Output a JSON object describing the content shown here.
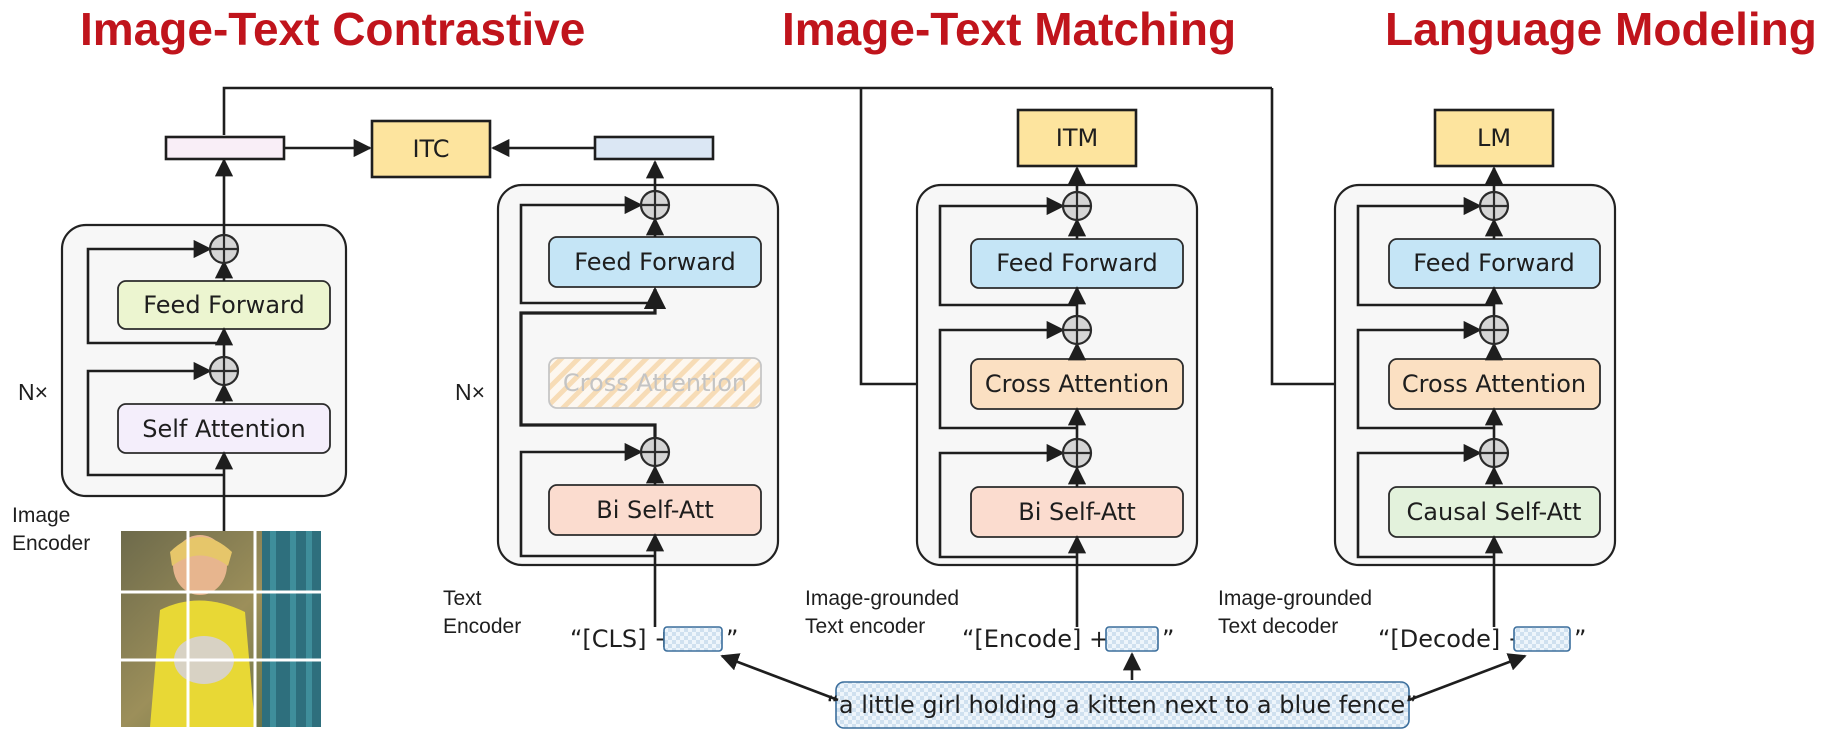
{
  "headings": {
    "itc": "Image-Text Contrastive",
    "itm": "Image-Text Matching",
    "lm": "Language Modeling"
  },
  "image_encoder": {
    "repeat_label": "N×",
    "feed_forward": "Feed Forward",
    "self_attention": "Self Attention",
    "label_line1": "Image",
    "label_line2": "Encoder"
  },
  "objectives": {
    "itc": "ITC",
    "itm": "ITM",
    "lm": "LM"
  },
  "text_encoder": {
    "repeat_label": "N×",
    "feed_forward": "Feed Forward",
    "cross_attention": "Cross Attention",
    "self_att": "Bi Self-Att",
    "label_line1": "Text",
    "label_line2": "Encoder",
    "input_prefix": "“[CLS] +",
    "input_suffix": "”"
  },
  "grounded_encoder": {
    "feed_forward": "Feed Forward",
    "cross_attention": "Cross Attention",
    "self_att": "Bi Self-Att",
    "label_line1": "Image-grounded",
    "label_line2": "Text encoder",
    "input_prefix": "“[Encode] +",
    "input_suffix": "”"
  },
  "grounded_decoder": {
    "feed_forward": "Feed Forward",
    "cross_attention": "Cross Attention",
    "self_att": "Causal Self-Att",
    "label_line1": "Image-grounded",
    "label_line2": "Text decoder",
    "input_prefix": "“[Decode] +",
    "input_suffix": "”"
  },
  "caption": "“a little girl holding a kitten next to a blue fence”",
  "colors": {
    "heading": "#c0141c",
    "feed_forward_green": "#ecf5d0",
    "feed_forward_blue": "#c5e5f6",
    "self_attention_lavender": "#f4eefb",
    "cross_attention_orange": "#fbe0c2",
    "bi_self_att_peach": "#fbdccf",
    "causal_self_att_green": "#e3f2dc",
    "objective_yellow": "#fde49e",
    "image_embed_pink": "#f9eef7",
    "text_embed_blue": "#dbe7f4"
  }
}
